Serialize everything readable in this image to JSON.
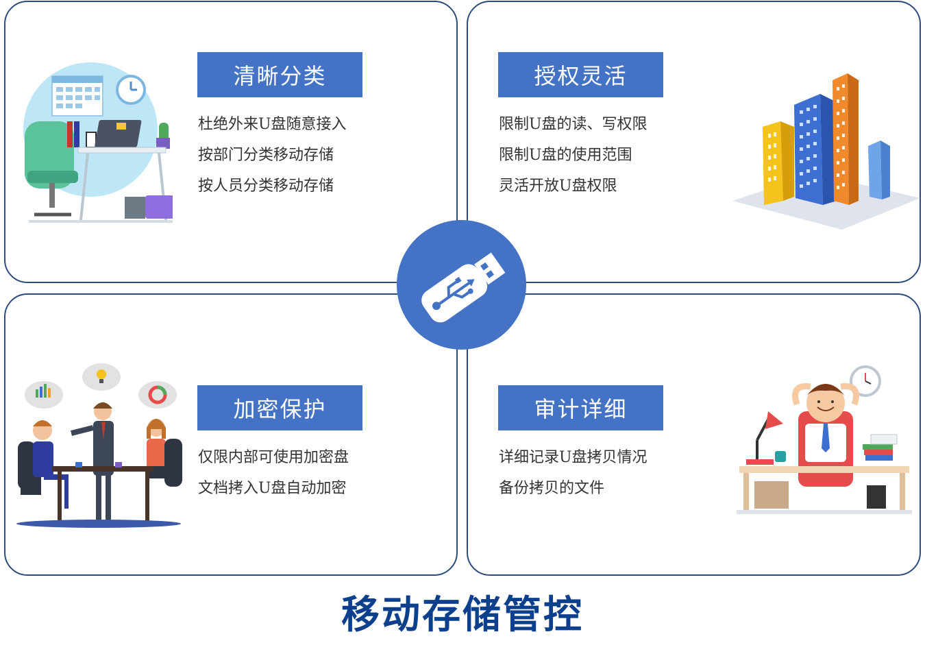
{
  "title": "移动存储管控",
  "colors": {
    "accent": "#4472c4",
    "border": "#2b4a7d",
    "title": "#0c3f8c",
    "text": "#333333"
  },
  "center_icon": "usb-drive-icon",
  "panels": {
    "top_left": {
      "heading": "清晰分类",
      "lines": [
        "杜绝外来U盘随意接入",
        "按部门分类移动存储",
        "按人员分类移动存储"
      ],
      "illustration": "office-desk-illustration"
    },
    "top_right": {
      "heading": "授权灵活",
      "lines": [
        "限制U盘的读、写权限",
        "限制U盘的使用范围",
        "灵活开放U盘权限"
      ],
      "illustration": "city-buildings-illustration"
    },
    "bottom_left": {
      "heading": "加密保护",
      "lines": [
        "仅限内部可使用加密盘",
        "文档拷入U盘自动加密"
      ],
      "illustration": "business-meeting-illustration"
    },
    "bottom_right": {
      "heading": "审计详细",
      "lines": [
        "详细记录U盘拷贝情况",
        "备份拷贝的文件"
      ],
      "illustration": "relaxed-worker-illustration"
    }
  }
}
